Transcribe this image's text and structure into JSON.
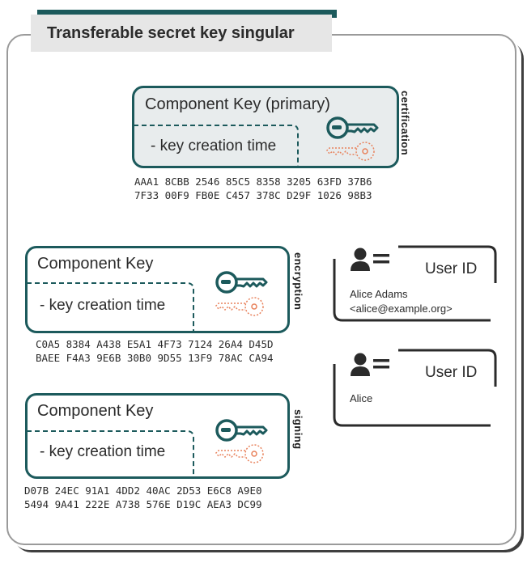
{
  "title": "Transferable secret key singular",
  "primary_key": {
    "title": "Component Key (primary)",
    "subtitle": "- key creation time",
    "role": "certification",
    "fingerprint": [
      "AAA1 8CBB 2546 85C5 8358 3205 63FD 37B6",
      "7F33 00F9 FB0E C457 378C D29F 1026 98B3"
    ]
  },
  "encryption_key": {
    "title": "Component Key",
    "subtitle": "- key creation time",
    "role": "encryption",
    "fingerprint": [
      "C0A5 8384 A438 E5A1 4F73 7124 26A4 D45D",
      "BAEE F4A3 9E6B 30B0 9D55 13F9 78AC CA94"
    ]
  },
  "signing_key": {
    "title": "Component Key",
    "subtitle": "- key creation time",
    "role": "signing",
    "fingerprint": [
      "D07B 24EC 91A1 4DD2 40AC 2D53 E6C8 A9E0",
      "5494 9A41 222E A738 576E D19C AEA3 DC99"
    ]
  },
  "user_ids": [
    {
      "title": "User ID",
      "lines": [
        "Alice Adams",
        "<alice@example.org>"
      ]
    },
    {
      "title": "User ID",
      "lines": [
        "Alice"
      ]
    }
  ],
  "colors": {
    "teal": "#1c5a5c",
    "orange": "#e8825c",
    "frame": "#9a9a9a",
    "title_bg": "#e6e6e6",
    "primary_bg": "#e8eced"
  },
  "icons": {
    "key_public": "teal-key-icon",
    "key_secret": "orange-key-icon",
    "user": "user-id-icon"
  }
}
